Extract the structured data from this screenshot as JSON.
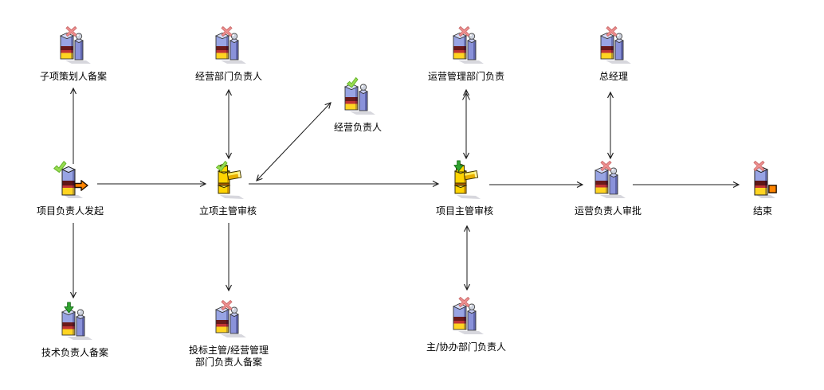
{
  "diagram": {
    "type": "workflow-flowchart",
    "background": "#ffffff",
    "colors": {
      "connector": "#1a1a1a",
      "status_rejected_x": "#ee8f8f",
      "status_approved_check": "#97dc50",
      "status_current_arrow": "#2fa32f",
      "start_arrow_orange": "#ff8400",
      "end_square_orange": "#ff8400",
      "column_blue": "#98a4e4",
      "column_maroon": "#5f1616",
      "column_yellow": "#ffd421",
      "task_yellow": "#ffd400"
    },
    "nodes": [
      {
        "id": "sub-item-planner-filing",
        "label": "子项策划人备案",
        "icon": "role-pair",
        "status": [
          "red-x"
        ]
      },
      {
        "id": "business-dept-head",
        "label": "经营部门负责人",
        "icon": "role-pair",
        "status": [
          "red-x"
        ]
      },
      {
        "id": "business-head",
        "label": "经营负责人",
        "icon": "role-pair",
        "status": [
          "green-check"
        ]
      },
      {
        "id": "operations-mgmt-dept-head",
        "label": "运营管理部门负责",
        "icon": "role-pair",
        "status": [
          "red-x"
        ]
      },
      {
        "id": "general-manager",
        "label": "总经理",
        "icon": "role-pair",
        "status": [
          "red-x"
        ]
      },
      {
        "id": "project-leader-initiate",
        "label": "项目负责人发起",
        "icon": "start-column",
        "status": [
          "green-check",
          "orange-arrow-right"
        ]
      },
      {
        "id": "project-setup-review",
        "label": "立项主管审核",
        "icon": "task-figure",
        "status": [
          "green-check"
        ]
      },
      {
        "id": "project-supervisor-review",
        "label": "项目主管审核",
        "icon": "task-figure",
        "status": [
          "green-arrow-down"
        ]
      },
      {
        "id": "operations-head-approval",
        "label": "运营负责人审批",
        "icon": "role-pair",
        "status": [
          "red-x"
        ]
      },
      {
        "id": "end",
        "label": "结束",
        "icon": "end-column",
        "status": [
          "red-x",
          "orange-stop-square"
        ]
      },
      {
        "id": "tech-leader-filing",
        "label": "技术负责人备案",
        "icon": "role-pair",
        "status": [
          "green-arrow-down"
        ]
      },
      {
        "id": "bid-supervisor-filing",
        "label": "投标主管/经营管理\n部门负责人备案",
        "icon": "role-pair",
        "status": [
          "red-x"
        ]
      },
      {
        "id": "main-co-dept-head",
        "label": "主/协办部门负责人",
        "icon": "role-pair",
        "status": [
          "red-x"
        ]
      }
    ],
    "connectors": [
      {
        "from": "project-leader-initiate",
        "to": "sub-item-planner-filing",
        "heads": "end"
      },
      {
        "from": "project-leader-initiate",
        "to": "tech-leader-filing",
        "heads": "end"
      },
      {
        "from": "project-leader-initiate",
        "to": "project-setup-review",
        "heads": "end"
      },
      {
        "from": "business-dept-head",
        "to": "project-setup-review",
        "heads": "both"
      },
      {
        "from": "project-setup-review",
        "to": "bid-supervisor-filing",
        "heads": "end"
      },
      {
        "from": "project-setup-review",
        "to": "business-head",
        "heads": "both"
      },
      {
        "from": "project-setup-review",
        "to": "project-supervisor-review",
        "heads": "end"
      },
      {
        "from": "operations-mgmt-dept-head",
        "to": "project-supervisor-review",
        "heads": "both"
      },
      {
        "from": "project-supervisor-review",
        "to": "main-co-dept-head",
        "heads": "both"
      },
      {
        "from": "project-supervisor-review",
        "to": "operations-head-approval",
        "heads": "end"
      },
      {
        "from": "general-manager",
        "to": "operations-head-approval",
        "heads": "both"
      },
      {
        "from": "operations-head-approval",
        "to": "end",
        "heads": "end"
      }
    ]
  }
}
